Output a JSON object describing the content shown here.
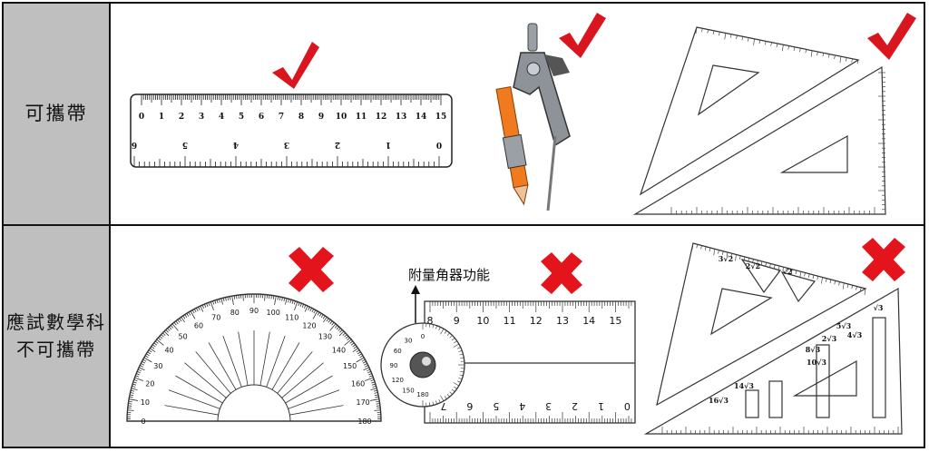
{
  "rows": [
    {
      "label_lines": [
        "可攜帶"
      ],
      "status": "allowed"
    },
    {
      "label_lines": [
        "應試數學科",
        "不可攜帶"
      ],
      "status": "forbidden"
    }
  ],
  "annotation": {
    "protractor_function": "附量角器功能"
  },
  "ruler": {
    "top_scale": [
      "0",
      "1",
      "2",
      "3",
      "4",
      "5",
      "6",
      "7",
      "8",
      "9",
      "10",
      "11",
      "12",
      "13",
      "14",
      "15"
    ],
    "bottom_scale": [
      "6",
      "5",
      "4",
      "3",
      "2",
      "1",
      "0"
    ]
  },
  "protractor": {
    "outer_scale": [
      "0",
      "10",
      "20",
      "30",
      "40",
      "50",
      "60",
      "70",
      "80",
      "90",
      "100",
      "110",
      "120",
      "130",
      "140",
      "150",
      "160",
      "170",
      "180"
    ]
  },
  "protractor_ruler": {
    "top_scale": [
      "8",
      "9",
      "10",
      "11",
      "12",
      "13",
      "14",
      "15"
    ],
    "bottom_scale": [
      "7",
      "6",
      "5",
      "4",
      "3",
      "2",
      "1",
      "0"
    ],
    "dial_scale": [
      "180",
      "150",
      "120",
      "90",
      "60",
      "30",
      "0"
    ]
  },
  "triangle_marks": {
    "top": [
      "2√2",
      "3√2",
      "√2",
      "4√3",
      "5√3",
      "10√3",
      "16√3",
      "14√3",
      "8√3",
      "2√3",
      "√3"
    ]
  },
  "colors": {
    "check": "#d9151f",
    "cross": "#e3141c",
    "label_bg": "#bfbfbf",
    "pencil": "#f07a1e"
  }
}
